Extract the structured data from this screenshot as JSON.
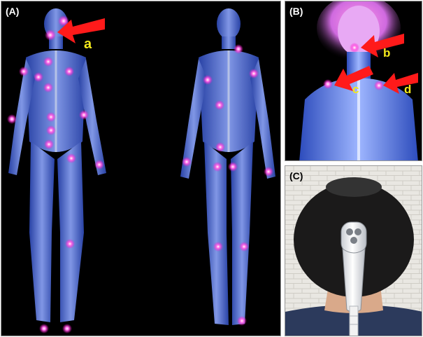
{
  "panels": {
    "a": {
      "label": "(A)",
      "markers": [
        "a"
      ],
      "annotation_color": "#f3e81c",
      "arrow_color": "#ff1a1a",
      "point_color": "#ff4fd8"
    },
    "b": {
      "label": "(B)",
      "markers": [
        "b",
        "c",
        "d"
      ]
    },
    "c": {
      "label": "(C)"
    }
  }
}
